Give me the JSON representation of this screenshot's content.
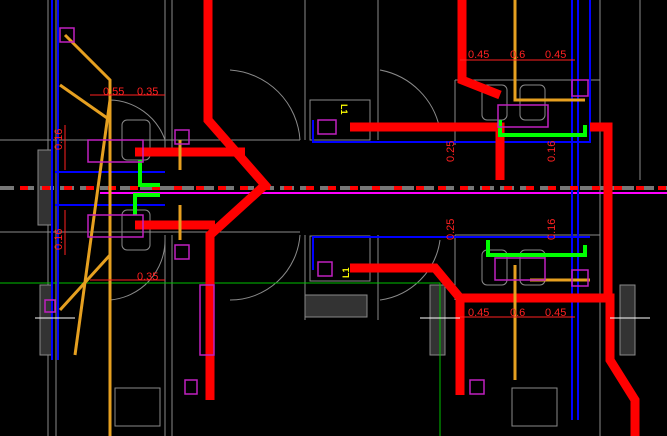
{
  "drawing": {
    "colors": {
      "supply": "#ff0000",
      "drain": "#e6a020",
      "water": "#0000ff",
      "gas": "#00ff00",
      "aux": "#ff00ff",
      "wall": "#808080",
      "grid": "#00c000"
    },
    "dims_left": [
      "0.55",
      "0.35",
      "0.16",
      "0.16",
      "0.35"
    ],
    "dims_right_top": [
      "0.45",
      "0.6",
      "0.45",
      "0.25",
      "0.16"
    ],
    "dims_right_bottom": [
      "0.25",
      "0.16",
      "0.45",
      "0.6",
      "0.45"
    ],
    "tags": [
      "L1",
      "L1"
    ]
  }
}
